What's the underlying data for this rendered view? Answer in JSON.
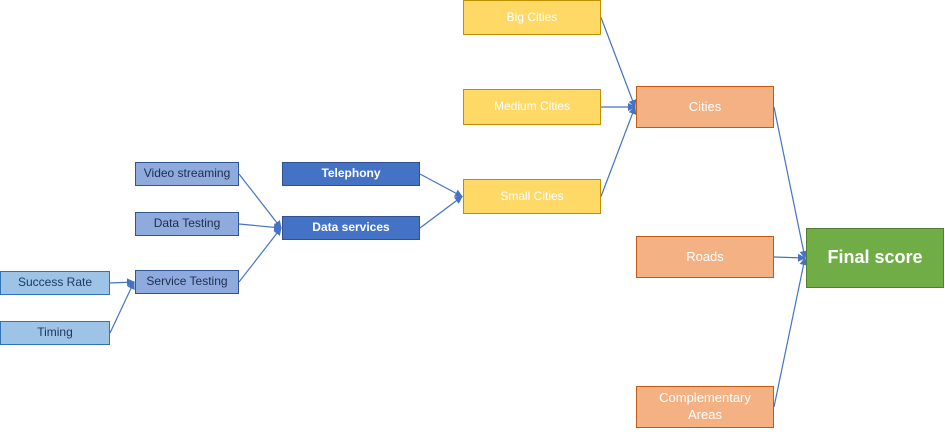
{
  "nodes": {
    "success_rate": "Success Rate",
    "timing": "Timing",
    "video_streaming": "Video streaming",
    "data_testing": "Data Testing",
    "service_testing": "Service Testing",
    "telephony": "Telephony",
    "data_services": "Data services",
    "big_cities": "Big Cities",
    "medium_cities": "Medium Cities",
    "small_cities": "Small Cities",
    "cities": "Cities",
    "roads": "Roads",
    "complementary_areas": "Complementary Areas",
    "final_score": "Final score"
  },
  "edges": [
    [
      "success_rate",
      "service_testing"
    ],
    [
      "timing",
      "service_testing"
    ],
    [
      "video_streaming",
      "data_services"
    ],
    [
      "data_testing",
      "data_services"
    ],
    [
      "service_testing",
      "data_services"
    ],
    [
      "telephony",
      "small_cities"
    ],
    [
      "data_services",
      "small_cities"
    ],
    [
      "big_cities",
      "cities"
    ],
    [
      "medium_cities",
      "cities"
    ],
    [
      "small_cities",
      "cities"
    ],
    [
      "cities",
      "final_score"
    ],
    [
      "roads",
      "final_score"
    ],
    [
      "complementary_areas",
      "final_score"
    ]
  ],
  "colors": {
    "connector": "#4472c4",
    "level1": "#9dc3e6",
    "level2": "#8faadc",
    "level3": "#4472c4",
    "city_groups": "#ffd966",
    "areas": "#f4b183",
    "final": "#70ad47"
  }
}
